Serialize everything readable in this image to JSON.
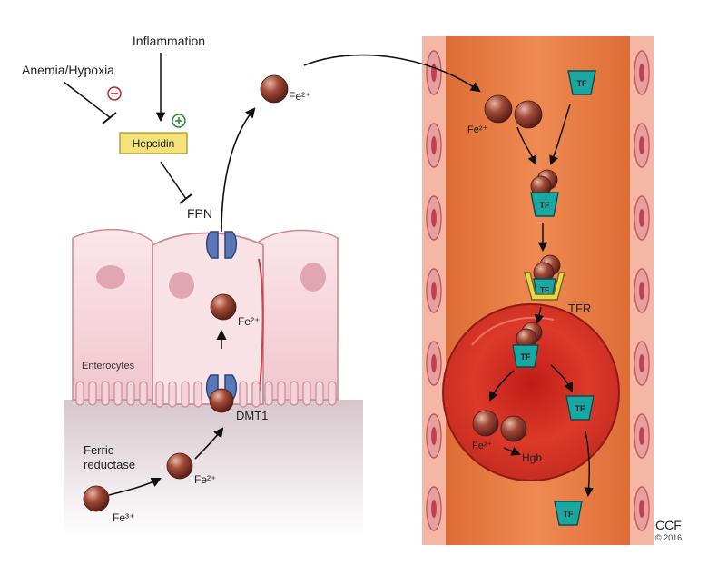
{
  "labels": {
    "inflammation": "Inflammation",
    "anemia_hypoxia": "Anemia/Hypoxia",
    "minus_sign": "⊖",
    "plus_sign": "⊕",
    "hepcidin": "Hepcidin",
    "fpn": "FPN",
    "enterocytes": "Enterocytes",
    "dmt1": "DMT1",
    "ferric_reductase_line1": "Ferric",
    "ferric_reductase_line2": "reductase",
    "fe3": "Fe³⁺",
    "fe2_lumen": "Fe²⁺",
    "fe2_cell": "Fe²⁺",
    "fe2_top": "Fe²⁺",
    "fe2_vessel": "Fe²⁺",
    "fe2_rbc": "Fe²⁺",
    "hgb": "Hgb",
    "tfr": "TFR",
    "tf": "TF",
    "credit": "CCF",
    "copyright": "© 2016"
  },
  "colors": {
    "iron_ball": "#8a3a2c",
    "tf_fill": "#1aa7a1",
    "hepcidin_box": "#f6e27a",
    "tfr_yellow": "#e8d64a",
    "vessel": "#e27b46",
    "rbc": "#cf2a22",
    "channel": "#5a78b8",
    "cell_fill": "#f5d7dc",
    "minus_red": "#c0262c",
    "plus_green": "#2a8a3a"
  }
}
